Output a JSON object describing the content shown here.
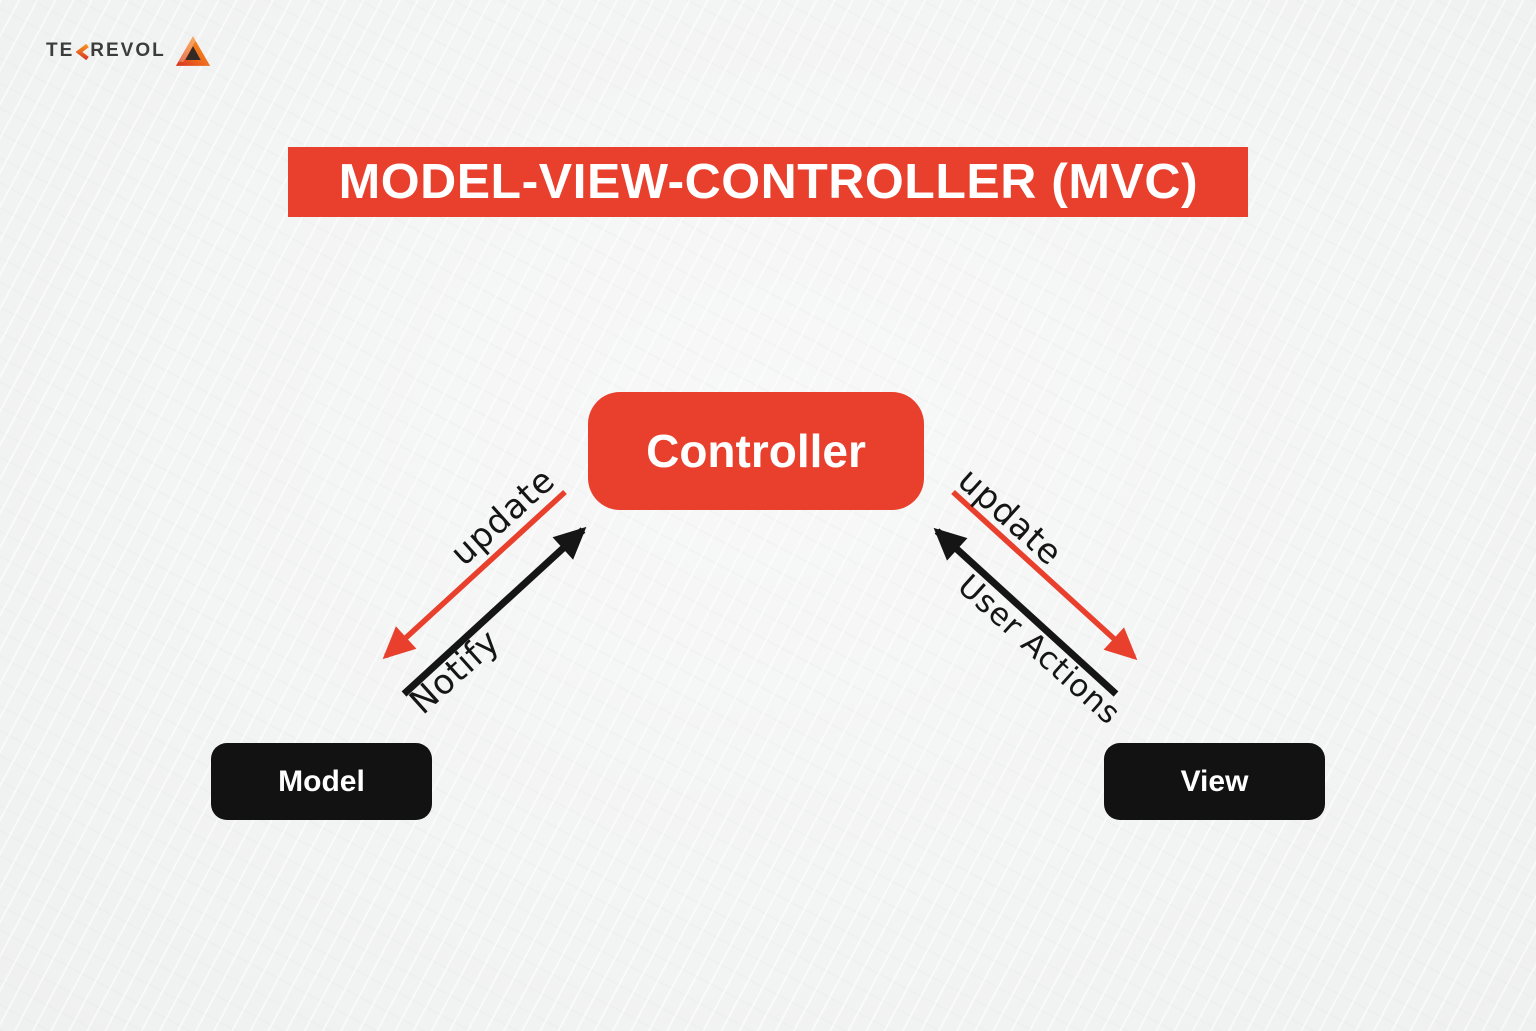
{
  "page": {
    "background_color": "#F2F3F3",
    "accent_red": "#E8402D",
    "node_black": "#121212",
    "label_text_color": "#151515"
  },
  "logo": {
    "wordmark_prefix": "TE",
    "stylized_letter": "K",
    "wordmark_suffix": "REVOL",
    "icon": "tekrevol-triangle-icon",
    "text_color": "#3C3C3C",
    "orange": "#F6921E",
    "red": "#D93A22"
  },
  "title": {
    "text": "MODEL-VIEW-CONTROLLER (MVC)",
    "background": "#E8402D",
    "color": "#FFFFFF"
  },
  "nodes": {
    "controller": {
      "label": "Controller",
      "background": "#E8402D",
      "color": "#FFFFFF"
    },
    "model": {
      "label": "Model",
      "background": "#121212",
      "color": "#FFFFFF"
    },
    "view": {
      "label": "View",
      "background": "#121212",
      "color": "#FFFFFF"
    }
  },
  "edges": [
    {
      "id": "controller-to-model",
      "label": "update",
      "from": "Controller",
      "to": "Model",
      "color": "#E8402D"
    },
    {
      "id": "model-to-controller",
      "label": "Notify",
      "from": "Model",
      "to": "Controller",
      "color": "#151515"
    },
    {
      "id": "controller-to-view",
      "label": "update",
      "from": "Controller",
      "to": "View",
      "color": "#E8402D"
    },
    {
      "id": "view-to-controller",
      "label": "User Actions",
      "from": "View",
      "to": "Controller",
      "color": "#151515"
    }
  ]
}
